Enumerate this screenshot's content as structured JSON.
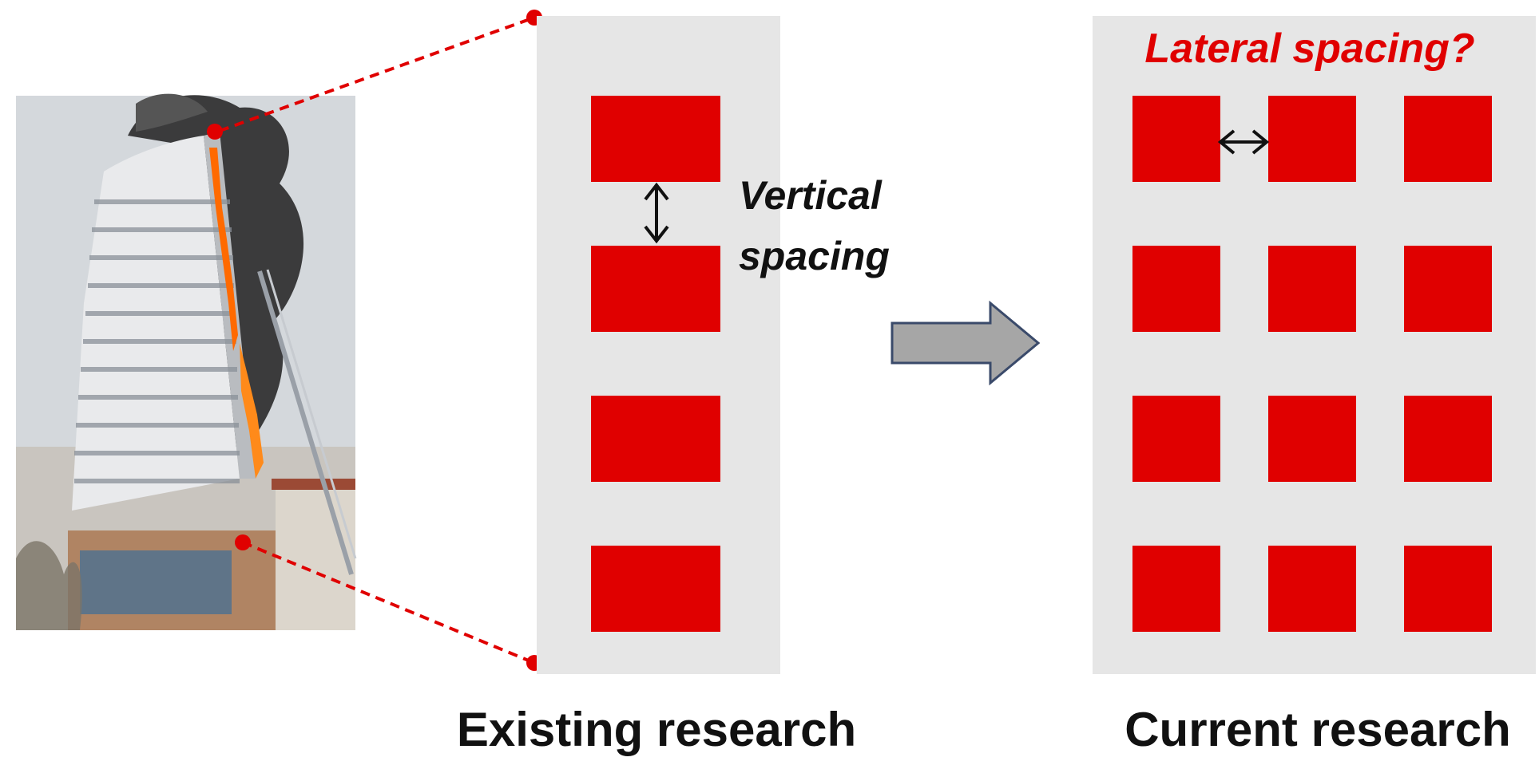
{
  "existing_panel": {
    "label_vertical_line1": "Vertical",
    "label_vertical_line2": "spacing",
    "caption": "Existing research",
    "rows": 4,
    "cols": 1
  },
  "current_panel": {
    "question": "Lateral spacing?",
    "caption": "Current research",
    "rows": 4,
    "cols": 3
  },
  "colors": {
    "window": "#e00000",
    "panel": "#e6e6e6",
    "leader": "#e00000",
    "arrow_fill": "#a6a6a6",
    "arrow_stroke": "#3a4a6a",
    "question_text": "#e00000",
    "text": "#111111",
    "sky": "#d4d8dc",
    "smoke": "#2b2b2b",
    "fire": "#ff6a00"
  }
}
